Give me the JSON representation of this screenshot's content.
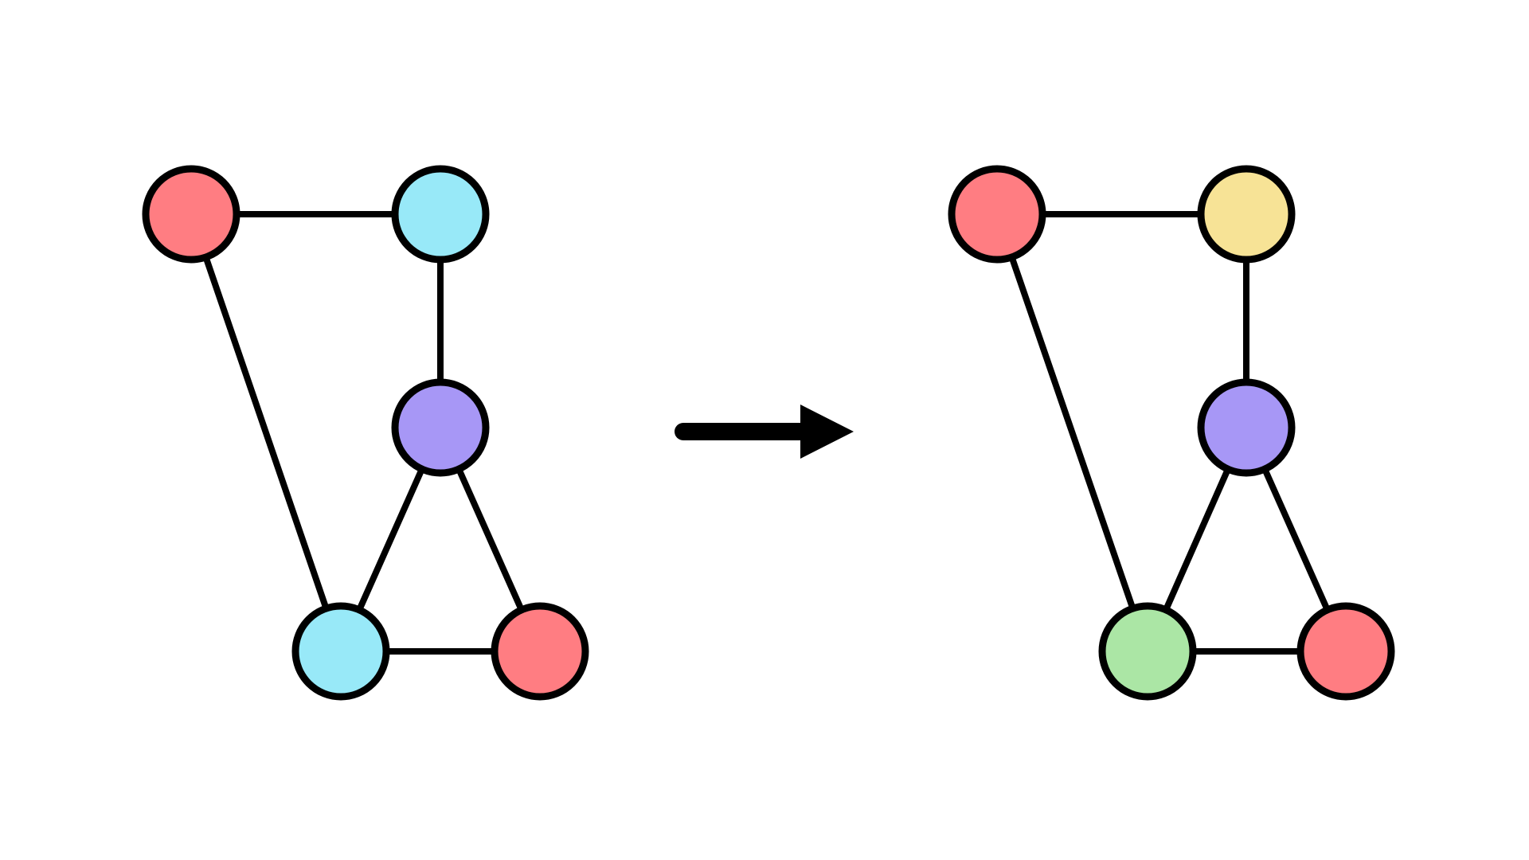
{
  "colors": {
    "stroke": "#000000",
    "red": "#ff7d82",
    "cyan": "#98e9f8",
    "purple": "#a797f6",
    "yellow": "#f7e396",
    "green": "#abe6a5"
  },
  "graphs": [
    {
      "id": "before",
      "nodes": [
        {
          "id": "n1",
          "color": "red"
        },
        {
          "id": "n2",
          "color": "cyan"
        },
        {
          "id": "n3",
          "color": "purple"
        },
        {
          "id": "n4",
          "color": "cyan"
        },
        {
          "id": "n5",
          "color": "red"
        }
      ],
      "edges": [
        [
          "n1",
          "n2"
        ],
        [
          "n2",
          "n3"
        ],
        [
          "n1",
          "n4"
        ],
        [
          "n3",
          "n4"
        ],
        [
          "n3",
          "n5"
        ],
        [
          "n4",
          "n5"
        ]
      ]
    },
    {
      "id": "after",
      "nodes": [
        {
          "id": "n1",
          "color": "red"
        },
        {
          "id": "n2",
          "color": "yellow"
        },
        {
          "id": "n3",
          "color": "purple"
        },
        {
          "id": "n4",
          "color": "green"
        },
        {
          "id": "n5",
          "color": "red"
        }
      ],
      "edges": [
        [
          "n1",
          "n2"
        ],
        [
          "n2",
          "n3"
        ],
        [
          "n1",
          "n4"
        ],
        [
          "n3",
          "n4"
        ],
        [
          "n3",
          "n5"
        ],
        [
          "n4",
          "n5"
        ]
      ]
    }
  ]
}
